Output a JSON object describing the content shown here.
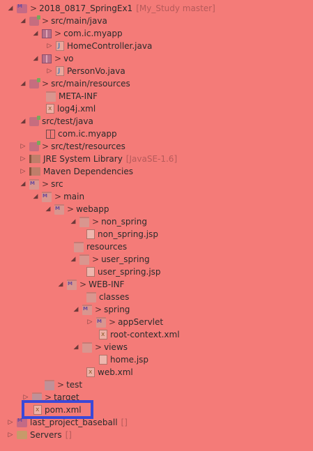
{
  "tree": [
    {
      "label": "2018_0817_SpringEx1",
      "prefix": "> ",
      "decoration": "[My_Study master]"
    },
    {
      "label": "src/main/java",
      "prefix": "> "
    },
    {
      "label": "com.ic.myapp",
      "prefix": "> "
    },
    {
      "label": "HomeController.java",
      "prefix": ""
    },
    {
      "label": "vo",
      "prefix": "> "
    },
    {
      "label": "PersonVo.java",
      "prefix": ""
    },
    {
      "label": "src/main/resources",
      "prefix": "> "
    },
    {
      "label": "META-INF",
      "prefix": ""
    },
    {
      "label": "log4j.xml",
      "prefix": ""
    },
    {
      "label": "src/test/java",
      "prefix": ""
    },
    {
      "label": "com.ic.myapp",
      "prefix": ""
    },
    {
      "label": "src/test/resources",
      "prefix": "> "
    },
    {
      "label": "JRE System Library",
      "prefix": "",
      "decoration": "[JavaSE-1.6]"
    },
    {
      "label": "Maven Dependencies",
      "prefix": ""
    },
    {
      "label": "src",
      "prefix": "> "
    },
    {
      "label": "main",
      "prefix": "> "
    },
    {
      "label": "webapp",
      "prefix": "> "
    },
    {
      "label": "non_spring",
      "prefix": "> "
    },
    {
      "label": "non_spring.jsp",
      "prefix": ""
    },
    {
      "label": "resources",
      "prefix": ""
    },
    {
      "label": "user_spring",
      "prefix": "> "
    },
    {
      "label": "user_spring.jsp",
      "prefix": ""
    },
    {
      "label": "WEB-INF",
      "prefix": "> "
    },
    {
      "label": "classes",
      "prefix": ""
    },
    {
      "label": "spring",
      "prefix": "> "
    },
    {
      "label": "appServlet",
      "prefix": "> "
    },
    {
      "label": "root-context.xml",
      "prefix": ""
    },
    {
      "label": "views",
      "prefix": "> "
    },
    {
      "label": "home.jsp",
      "prefix": ""
    },
    {
      "label": "web.xml",
      "prefix": ""
    },
    {
      "label": "test",
      "prefix": "> "
    },
    {
      "label": "target",
      "prefix": "> "
    },
    {
      "label": "pom.xml",
      "prefix": ""
    },
    {
      "label": "last_project_baseball",
      "prefix": "",
      "decoration": "[]"
    },
    {
      "label": "Servers",
      "prefix": "",
      "decoration": "[]"
    }
  ],
  "icons": {
    "expanded": "expanded-arrow-icon",
    "collapsed": "collapsed-arrow-icon"
  },
  "colors": {
    "background": "#f47b78",
    "selection_highlight": "#3a48d8"
  }
}
